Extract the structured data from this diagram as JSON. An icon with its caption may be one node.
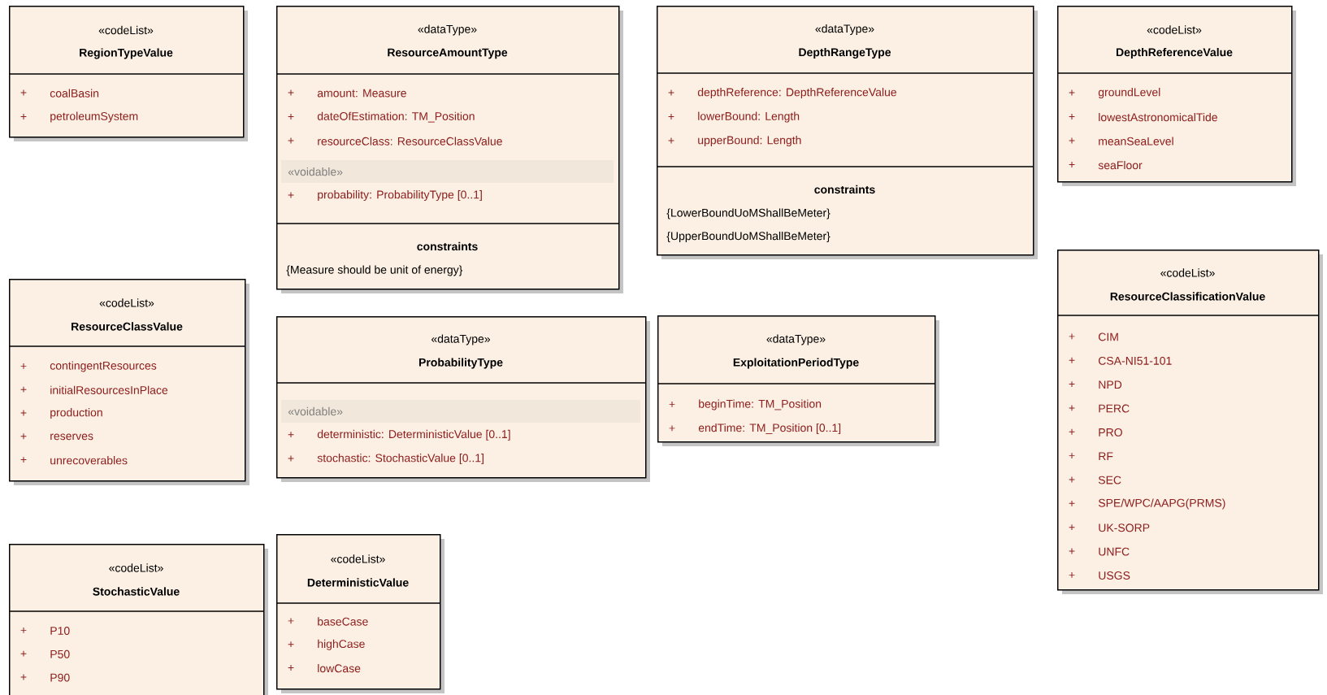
{
  "diagram": {
    "nodes": [
      {
        "text": [
          "«codeList»",
          "RegionTypeValue",
          "+",
          "coalBasin",
          "+",
          "petroleumSystem"
        ]
      },
      {
        "text": [
          "«dataType»",
          "ResourceAmountType",
          "+",
          "amount: Measure",
          "+",
          "dateOfEstimation: TM_Position",
          "+",
          "resourceClass: ResourceClassValue",
          "«voidable»",
          "+",
          "probability: ProbabilityType [0..1]",
          "constraints",
          "{Measure should be unit of energy}"
        ]
      },
      {
        "text": [
          "«dataType»",
          "DepthRangeType",
          "+",
          "depthReference: DepthReferenceValue",
          "+",
          "lowerBound: Length",
          "+",
          "upperBound: Length",
          "constraints",
          "{LowerBoundUoMShallBeMeter}",
          "{UpperBoundUoMShallBeMeter}"
        ]
      },
      {
        "text": [
          "«codeList»",
          "DepthReferenceValue",
          "+",
          "groundLevel",
          "+",
          "lowestAstronomicalTide",
          "+",
          "meanSeaLevel",
          "+",
          "seaFloor"
        ]
      },
      {
        "text": [
          "«codeList»",
          "ResourceClassValue",
          "+",
          "contingentResources",
          "+",
          "initialResourcesInPlace",
          "+",
          "production",
          "+",
          "reserves",
          "+",
          "unrecoverables"
        ]
      },
      {
        "text": [
          "«dataType»",
          "ProbabilityType",
          "«voidable»",
          "+",
          "deterministic: DeterministicValue [0..1]",
          "+",
          "stochastic: StochasticValue [0..1]"
        ]
      },
      {
        "text": [
          "«dataType»",
          "ExploitationPeriodType",
          "+",
          "beginTime: TM_Position",
          "+",
          "endTime: TM_Position [0..1]"
        ]
      },
      {
        "text": [
          "«codeList»",
          "ResourceClassificationValue",
          "+",
          "CIM",
          "+",
          "CSA-NI51-101",
          "+",
          "NPD",
          "+",
          "PERC",
          "+",
          "PRO",
          "+",
          "RF",
          "+",
          "SEC",
          "+",
          "SPE/WPC/AAPG(PRMS)",
          "+",
          "UK-SORP",
          "+",
          "UNFC",
          "+",
          "USGS"
        ]
      },
      {
        "text": [
          "«codeList»",
          "StochasticValue",
          "+",
          "P10",
          "+",
          "P50",
          "+",
          "P90"
        ]
      },
      {
        "text": [
          "«codeList»",
          "DeterministicValue",
          "+",
          "baseCase",
          "+",
          "highCase",
          "+",
          "lowCase"
        ]
      }
    ]
  }
}
